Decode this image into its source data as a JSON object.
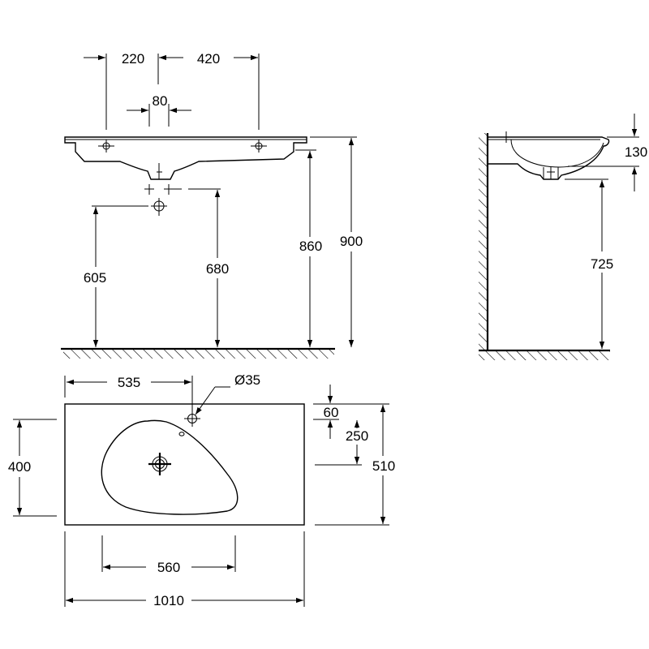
{
  "front_view": {
    "dim_220": "220",
    "dim_420": "420",
    "dim_80": "80",
    "dim_605": "605",
    "dim_680": "680",
    "dim_860": "860",
    "dim_900": "900"
  },
  "side_view": {
    "dim_130": "130",
    "dim_725": "725"
  },
  "top_view": {
    "dim_535": "535",
    "dim_hole_diameter": "Ø35",
    "dim_60": "60",
    "dim_250": "250",
    "dim_400": "400",
    "dim_510": "510",
    "dim_560": "560",
    "dim_1010": "1010"
  }
}
